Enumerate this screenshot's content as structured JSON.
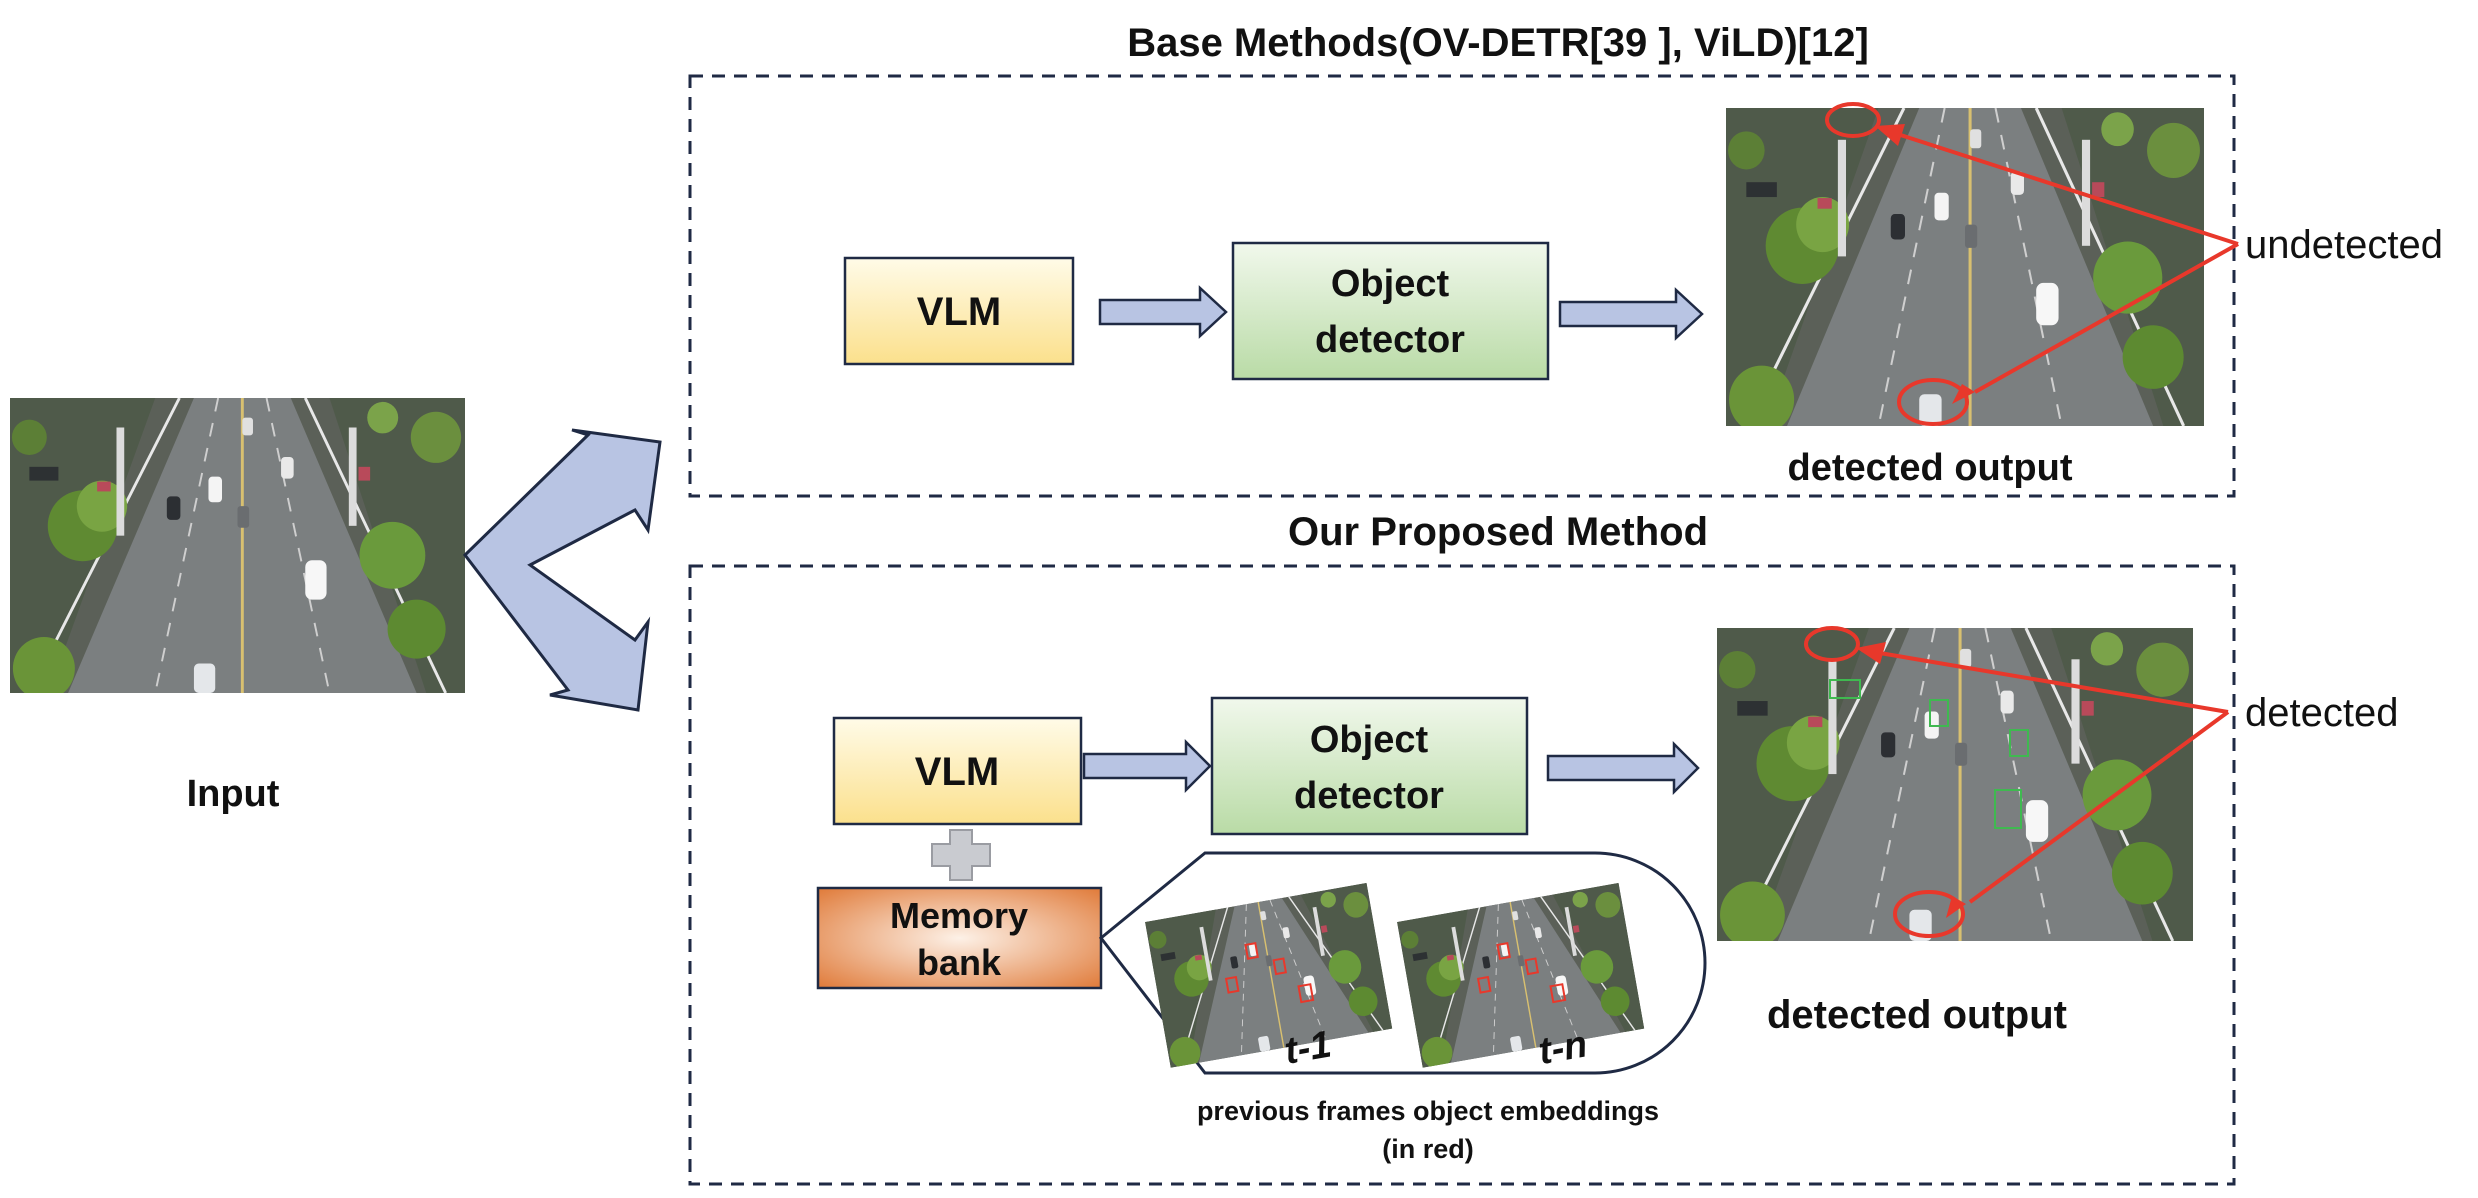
{
  "input": {
    "label": "Input"
  },
  "base": {
    "title": "Base Methods(OV-DETR[39 ], ViLD)[12]",
    "vlm_label": "VLM",
    "detector_line1": "Object",
    "detector_line2": "detector",
    "output_label": "detected output",
    "annotation": "undetected"
  },
  "proposed": {
    "title": "Our Proposed Method",
    "vlm_label": "VLM",
    "detector_line1": "Object",
    "detector_line2": "detector",
    "memory_line1": "Memory",
    "memory_line2": "bank",
    "frame1_label": "t-1",
    "frame2_label": "t-n",
    "embeddings_line1": "previous frames object embeddings",
    "embeddings_line2": "(in red)",
    "output_label": "detected output",
    "annotation": "detected"
  },
  "colors": {
    "arrow_fill": "#b8c4e3",
    "arrow_stroke": "#1f2a44",
    "vlm_fill": "#fde9a6",
    "detector_fill": "#cfe5c2",
    "memory_fill": "#e4925a",
    "annotation_red": "#e8382b",
    "dash_border": "#1f2a44"
  }
}
